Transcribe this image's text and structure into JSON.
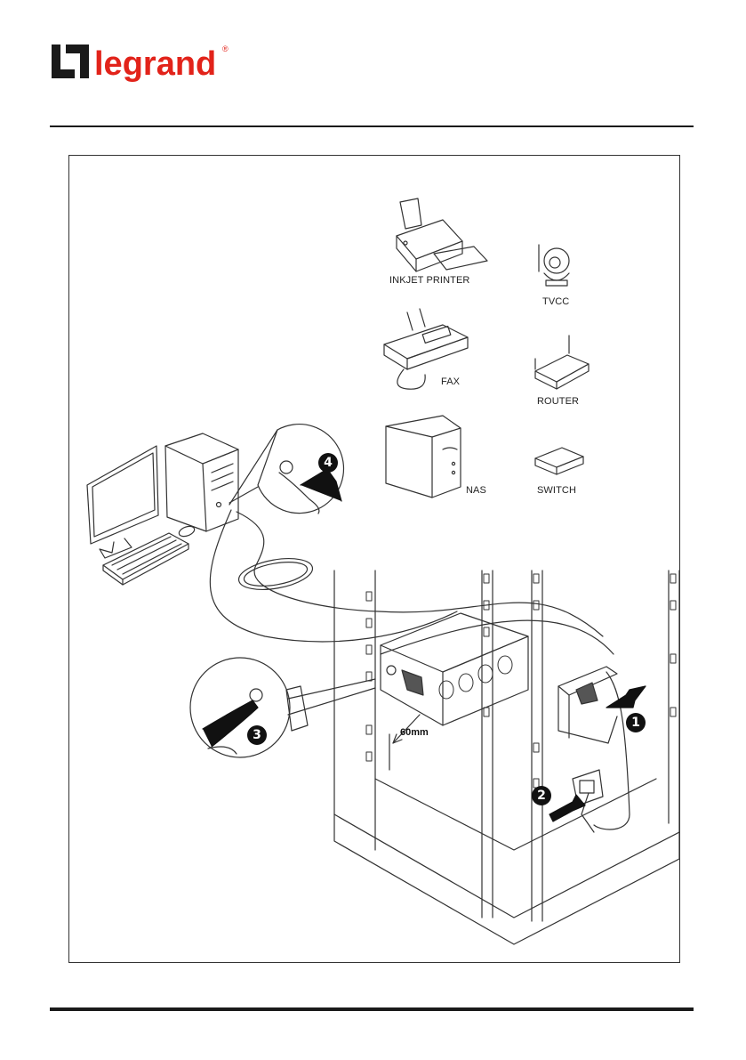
{
  "brand": {
    "name": "legrand",
    "registered": "®",
    "color": "#e2231a",
    "mark_color": "#1a1a1a"
  },
  "devices": {
    "inkjet_printer": "INKJET PRINTER",
    "tvcc": "TVCC",
    "fax": "FAX",
    "router": "ROUTER",
    "nas": "NAS",
    "switch": "SWITCH"
  },
  "steps": [
    "1",
    "2",
    "3",
    "4"
  ],
  "dimension": "60mm",
  "colors": {
    "line": "#333333",
    "rule": "#1a1a1a",
    "step_badge": "#111111"
  }
}
